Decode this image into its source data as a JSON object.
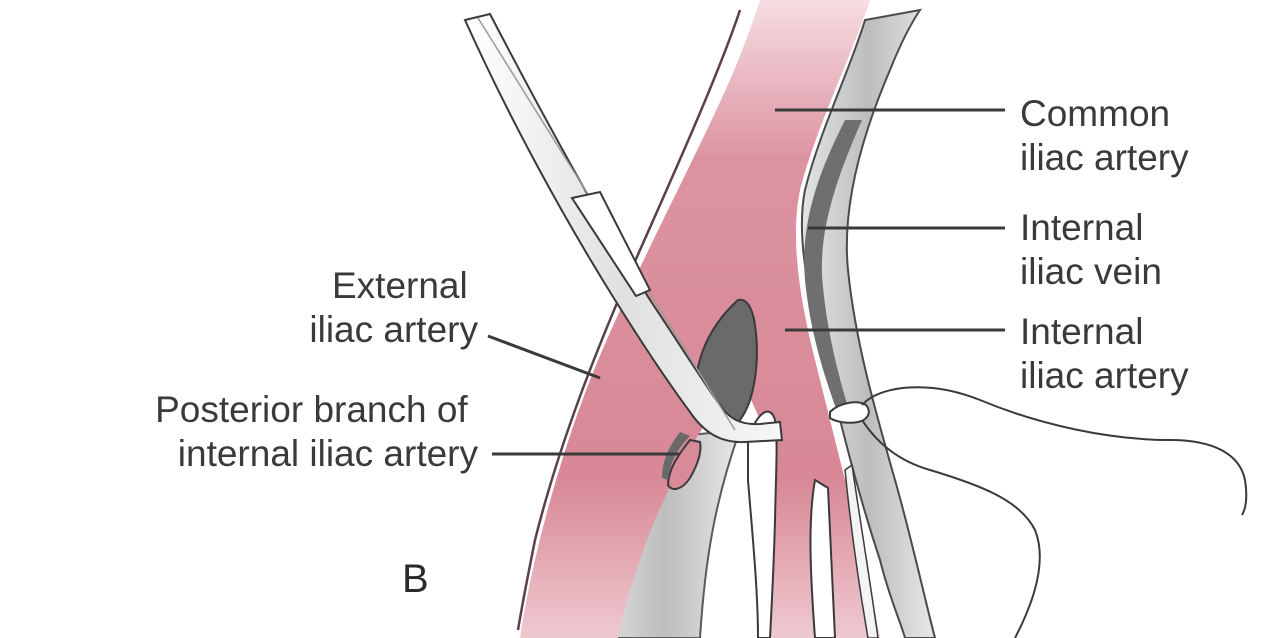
{
  "labels": {
    "common_iliac_artery": [
      "Common",
      "iliac artery"
    ],
    "internal_iliac_vein": [
      "Internal",
      "iliac vein"
    ],
    "internal_iliac_artery": [
      "Internal",
      "iliac artery"
    ],
    "external_iliac_artery": [
      "External",
      "iliac artery"
    ],
    "posterior_branch": [
      "Posterior branch of",
      "internal iliac artery"
    ]
  },
  "panel_letter": "B",
  "colors": {
    "artery": "#d98a98",
    "artery_light": "#f2d4da",
    "vein": "#7a7a7a",
    "vein_light": "#cfcfcf",
    "instrument": "#ececec",
    "outline": "#3a3a3a"
  }
}
